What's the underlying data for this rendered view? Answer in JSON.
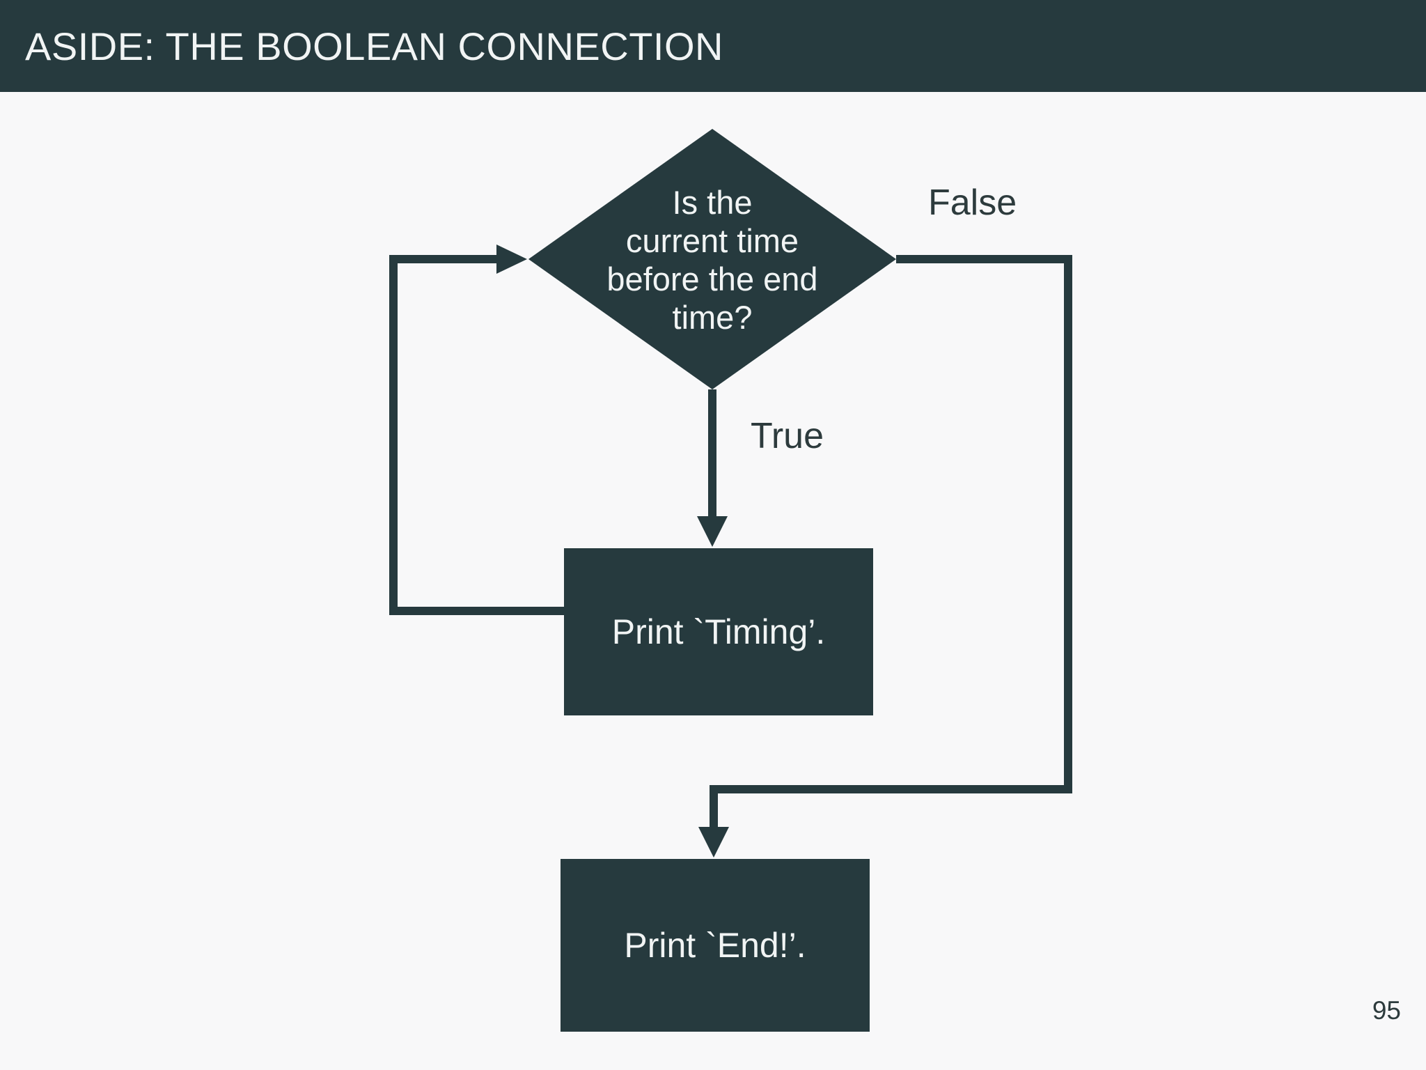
{
  "slide": {
    "title": "ASIDE: THE BOOLEAN CONNECTION",
    "page_number": "95"
  },
  "colors": {
    "header_bg": "#263A3E",
    "shape_fill": "#263A3E",
    "background": "#F8F8F9",
    "light_text": "#F1F4F4",
    "dark_text": "#2D3B3D"
  },
  "flowchart": {
    "type": "flowchart",
    "decision": {
      "text": "Is the current time before the end time?",
      "lines": [
        "Is the",
        "current time",
        "before the end",
        "time?"
      ]
    },
    "branches": {
      "true_label": "True",
      "false_label": "False"
    },
    "true_box": {
      "label": "Print `Timing’."
    },
    "false_box": {
      "label": "Print `End!’."
    }
  }
}
